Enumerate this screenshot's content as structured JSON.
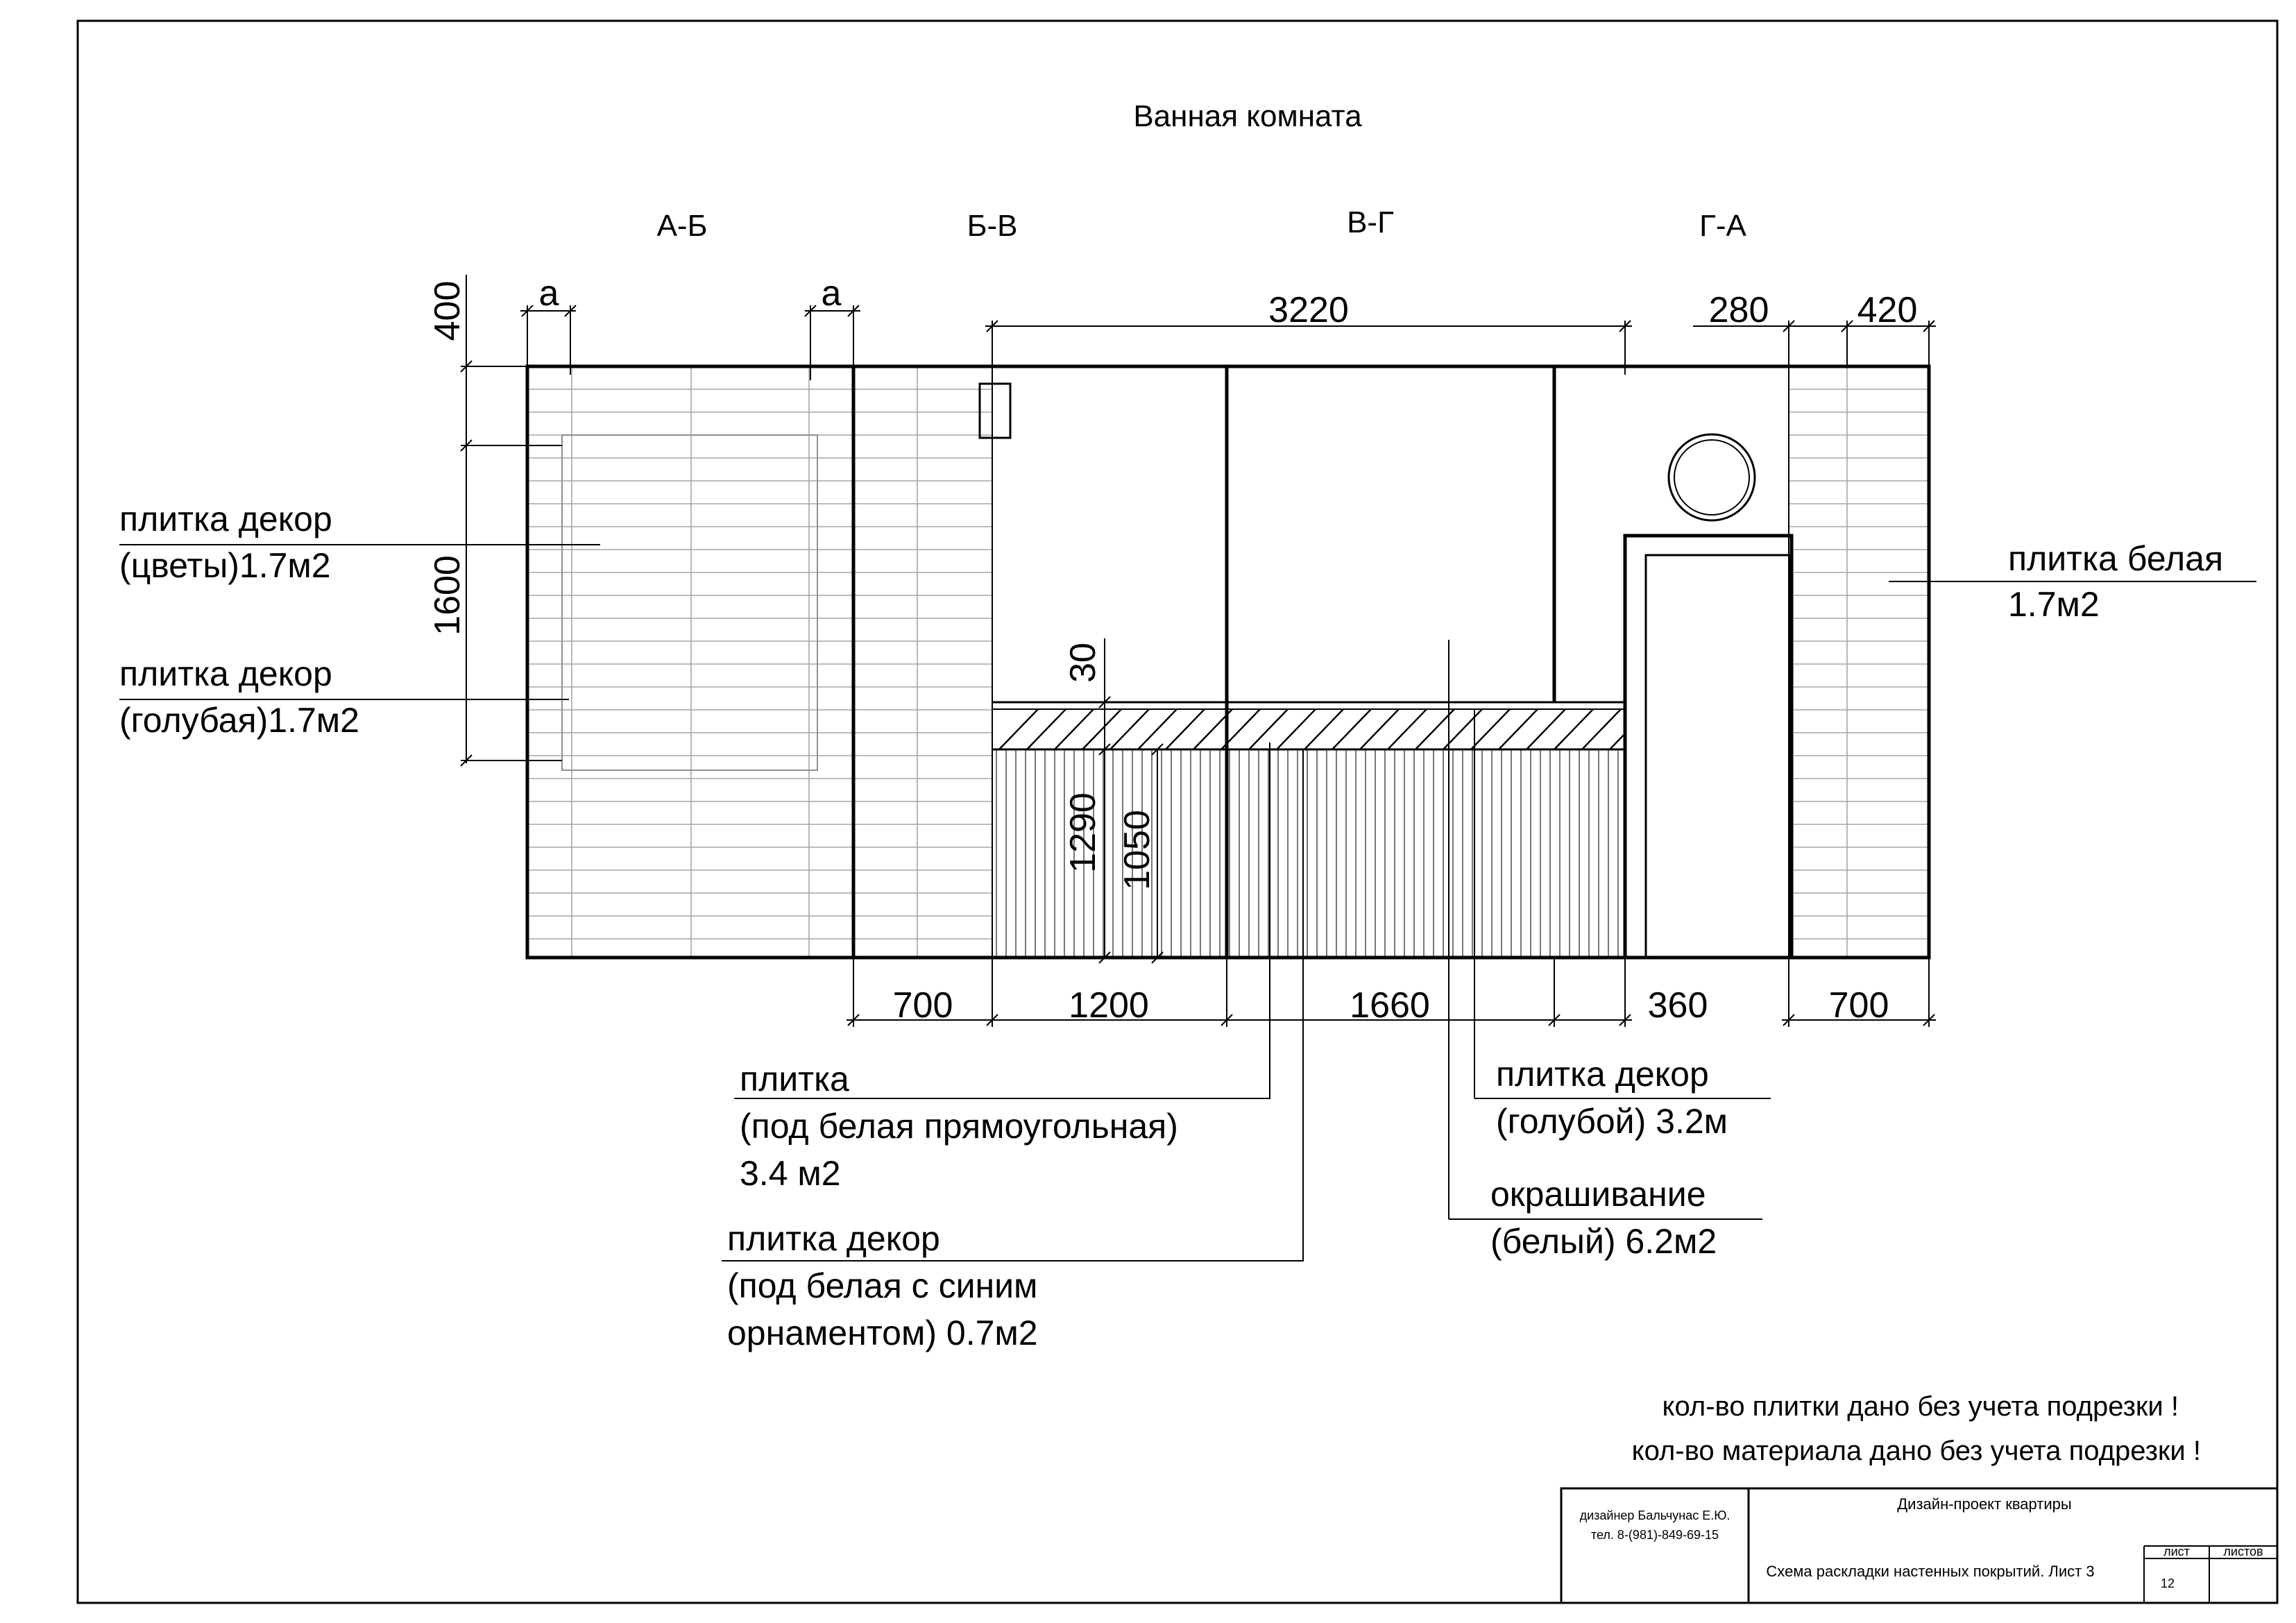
{
  "title": "Ванная комната",
  "walls": {
    "ab": "А-Б",
    "bv": "Б-В",
    "vg": "В-Г",
    "ga": "Г-А"
  },
  "dimensions": {
    "top_a_left": "a",
    "top_a_right": "a",
    "top_3220": "3220",
    "top_280": "280",
    "top_420": "420",
    "left_400": "400",
    "left_1600": "1600",
    "mid_30": "30",
    "mid_1290": "1290",
    "mid_1050": "1050",
    "bottom_700_left": "700",
    "bottom_1200": "1200",
    "bottom_1660": "1660",
    "bottom_360": "360",
    "bottom_700_right": "700"
  },
  "notes": {
    "decor_flowers": [
      "плитка декор",
      "(цветы)1.7м2"
    ],
    "decor_blue": [
      "плитка декор",
      "(голубая)1.7м2"
    ],
    "white_tile": [
      "плитка белая",
      "1.7м2"
    ],
    "tile_rect": [
      "плитка",
      "(под белая прямоугольная)",
      "3.4 м2"
    ],
    "decor_ornament": [
      "плитка декор",
      "(под белая с синим",
      "орнаментом) 0.7м2"
    ],
    "decor_light_blue": [
      "плитка декор",
      "(голубой) 3.2м"
    ],
    "paint": [
      "окрашивание",
      "(белый) 6.2м2"
    ]
  },
  "warnings": [
    "кол-во плитки дано без учета подрезки !",
    "кол-во материала дано без учета подрезки !"
  ],
  "stamp": {
    "designer": "дизайнер Бальчунас Е.Ю.",
    "phone": "тел. 8-(981)-849-69-15",
    "project": "Дизайн-проект квартиры",
    "sheet_title": "Схема раскладки настенных покрытий. Лист 3",
    "sheet_label": "лист",
    "sheets_label": "листов",
    "sheet_number": "12"
  }
}
